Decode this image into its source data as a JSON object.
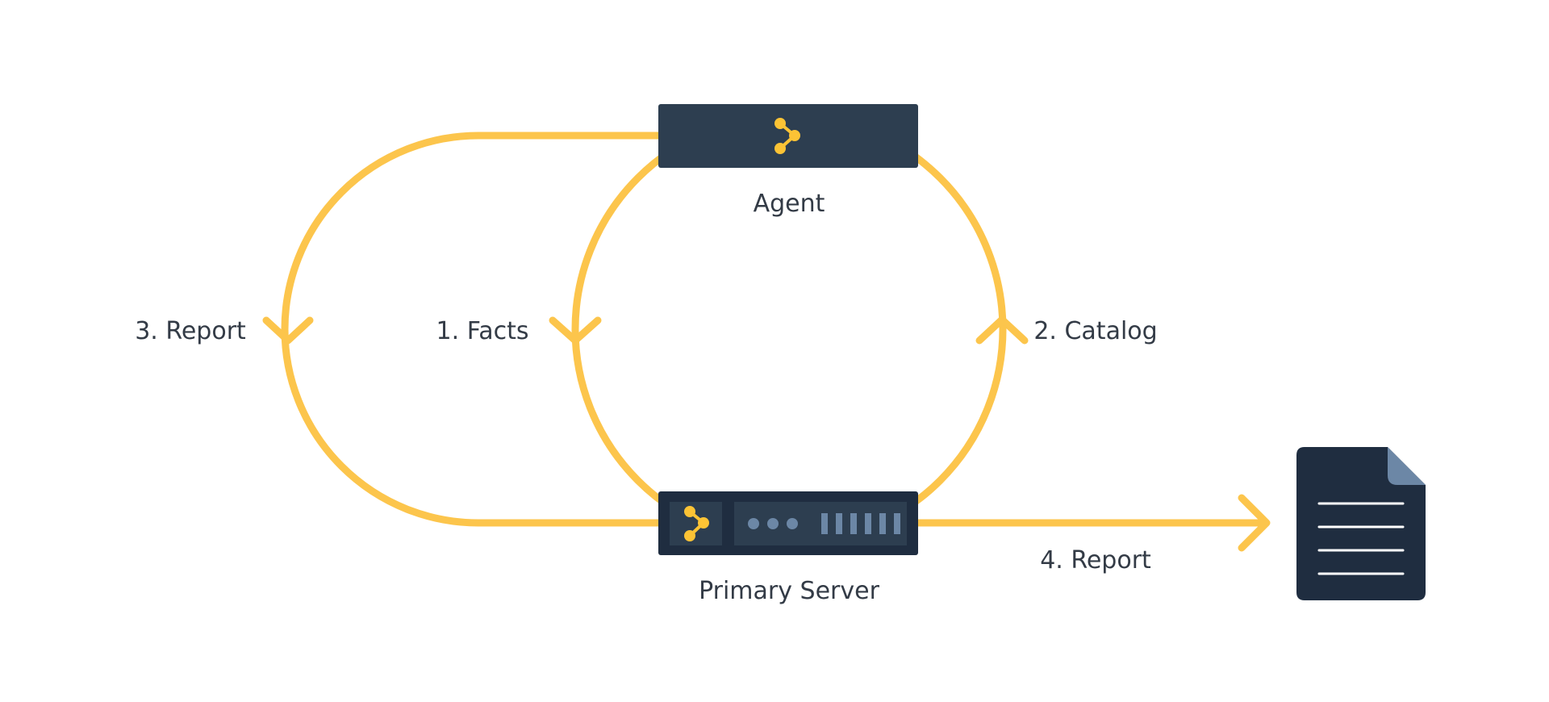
{
  "nodes": {
    "agent": {
      "label": "Agent"
    },
    "server": {
      "label": "Primary Server"
    }
  },
  "flows": {
    "facts": {
      "label": "1. Facts"
    },
    "catalog": {
      "label": "2. Catalog"
    },
    "report_to_agent": {
      "label": "3. Report"
    },
    "report_out": {
      "label": "4. Report"
    }
  },
  "colors": {
    "flow": "#fcc54c",
    "node_dark": "#2d3e50",
    "server_dark": "#1f2d40",
    "server_panel": "#2d3e50",
    "server_detail": "#6c87a6",
    "icon_accent": "#fcc335",
    "document": "#1f2d40",
    "document_fold": "#6c87a6",
    "text": "#333b46"
  },
  "icons": {
    "agent_icon": "share-icon",
    "server_icon": "share-icon",
    "document_icon": "document-icon"
  }
}
